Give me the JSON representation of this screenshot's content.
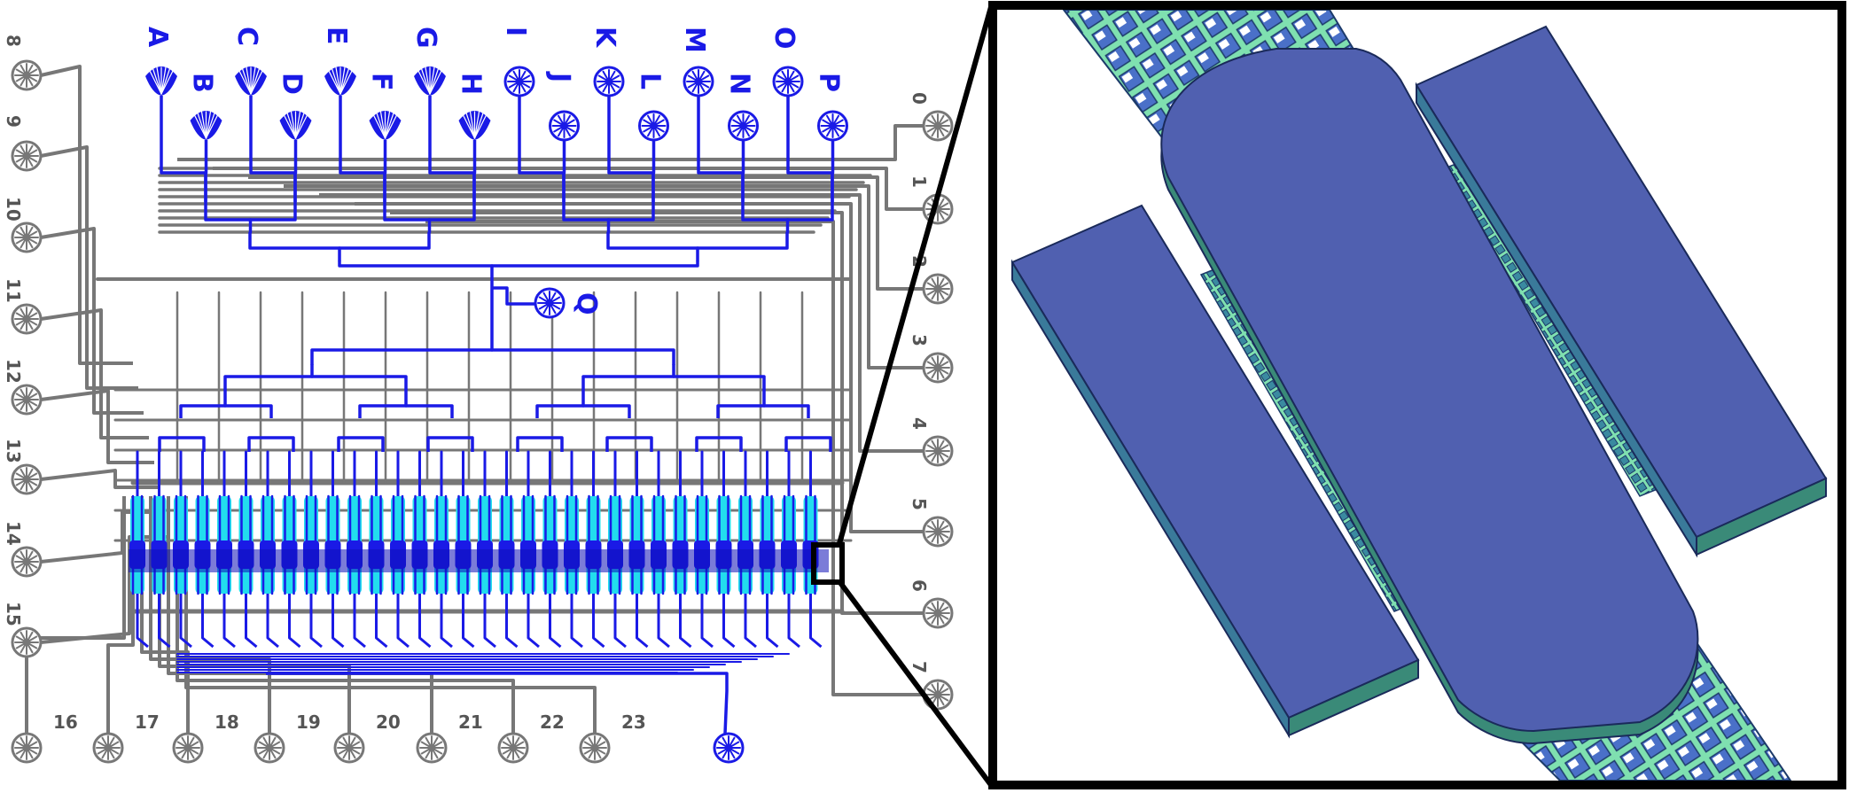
{
  "diagram": {
    "inlet_labels": [
      "A",
      "B",
      "C",
      "D",
      "E",
      "F",
      "G",
      "H",
      "I",
      "J",
      "K",
      "L",
      "M",
      "N",
      "O",
      "P"
    ],
    "outlet_label": "Q",
    "control_port_labels_right": [
      "0",
      "1",
      "2",
      "3",
      "4",
      "5",
      "6",
      "7"
    ],
    "control_port_labels_left": [
      "8",
      "9",
      "10",
      "11",
      "12",
      "13",
      "14",
      "15"
    ],
    "control_port_labels_bottom": [
      "16",
      "17",
      "18",
      "19",
      "20",
      "21",
      "22",
      "23"
    ],
    "colors": {
      "flow_channel": "#1a1ae6",
      "control_channel": "#777777",
      "chamber": "#22ddee",
      "valve_top": "#5060b0",
      "valve_side": "#3a8a78",
      "grid_green": "#7fe0b0",
      "grid_blue": "#4a70c8",
      "frame": "#000000"
    }
  }
}
